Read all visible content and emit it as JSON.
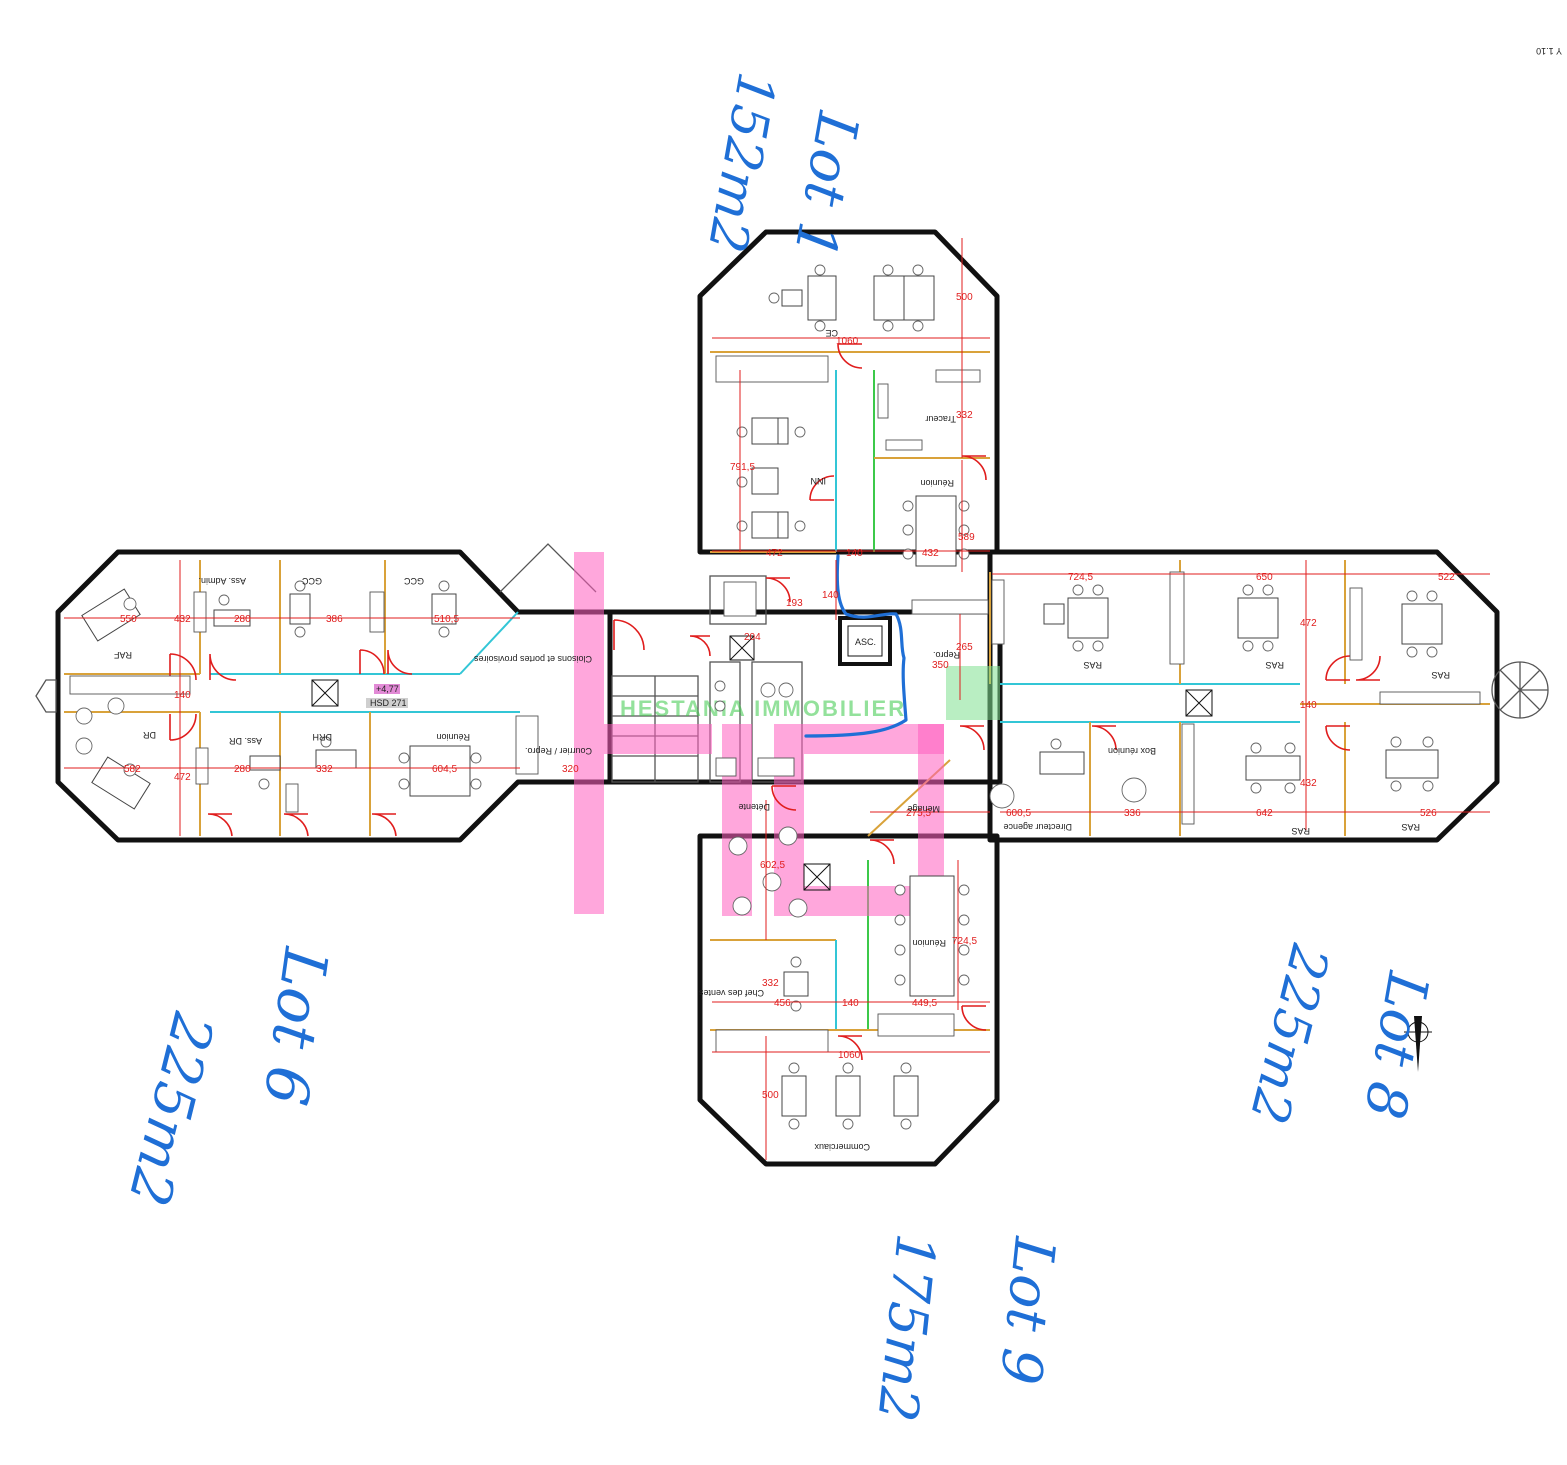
{
  "corner_note": "Y 1.10",
  "watermark": "HESTANIA IMMOBILIER",
  "level_badge": "+4,77",
  "level_code": "HSD 271",
  "rooms": {
    "north_top": "CE",
    "tracer": "Traceur",
    "meeting_north": "Réunion",
    "inn": "INN",
    "gcc_1": "GCC",
    "gcc_2": "GCC",
    "ass_admin": "Ass. Admin.",
    "raf": "RAF",
    "dr": "DR",
    "ass_dr": "Ass. DR",
    "drh": "DRH",
    "meeting_west": "Réunion",
    "partitions": "Cloisons et portes provisoires",
    "mail": "Courrier / Repro.",
    "repro": "Repro.",
    "ras_1": "RAS",
    "ras_2": "RAS",
    "ras_3": "RAS",
    "ras_4": "RAS",
    "ras_5": "RAS",
    "box": "Box réunion",
    "agency_director": "Directeur agence",
    "cleaning": "Ménage",
    "relax": "Détente",
    "meeting_south": "Réunion",
    "sales_heads": "Chef des ventes",
    "sales": "Commerciaux",
    "lift": "ASC."
  },
  "dimensions": {
    "d500n": "500",
    "d1060n": "1060",
    "d332n": "332",
    "d7915": "791,5",
    "d472n": "472",
    "d140n": "140",
    "d432n": "432",
    "d589": "589",
    "d193": "193",
    "d140c": "140",
    "d204": "204",
    "d265": "265",
    "d350": "350",
    "d7245e": "724,5",
    "d650": "650",
    "d522": "522",
    "d472e": "472",
    "d140e": "140",
    "d432e": "432",
    "d642": "642",
    "d526": "526",
    "d336": "336",
    "d6005": "600,5",
    "d2755": "275,5",
    "d6025": "602,5",
    "d7245s": "724,5",
    "d4495": "449,5",
    "d140s": "140",
    "d456": "456",
    "d332s": "332",
    "d1060s": "1060",
    "d500s": "500",
    "d550": "550",
    "d280a": "280",
    "d386": "386",
    "d5105": "510,5",
    "d432w": "432",
    "d140w": "140",
    "d472w": "472",
    "d582": "582",
    "d280b": "280",
    "d332w": "332",
    "d6045": "604,5",
    "d320": "320"
  },
  "handwriting": {
    "north_lot": "Lot 1",
    "north_area": "152m2",
    "west_lot": "Lot 6",
    "west_area": "225m2",
    "south_lot": "Lot 9",
    "south_area": "175m2",
    "east_lot": "Lot 8",
    "east_area": "225m2"
  },
  "colors": {
    "ink": "#1f6fd6",
    "highlight_pink": "#ff5fc0",
    "highlight_green": "#7fe08f",
    "dimension_red": "#e01d1d",
    "walls": "#111111"
  }
}
